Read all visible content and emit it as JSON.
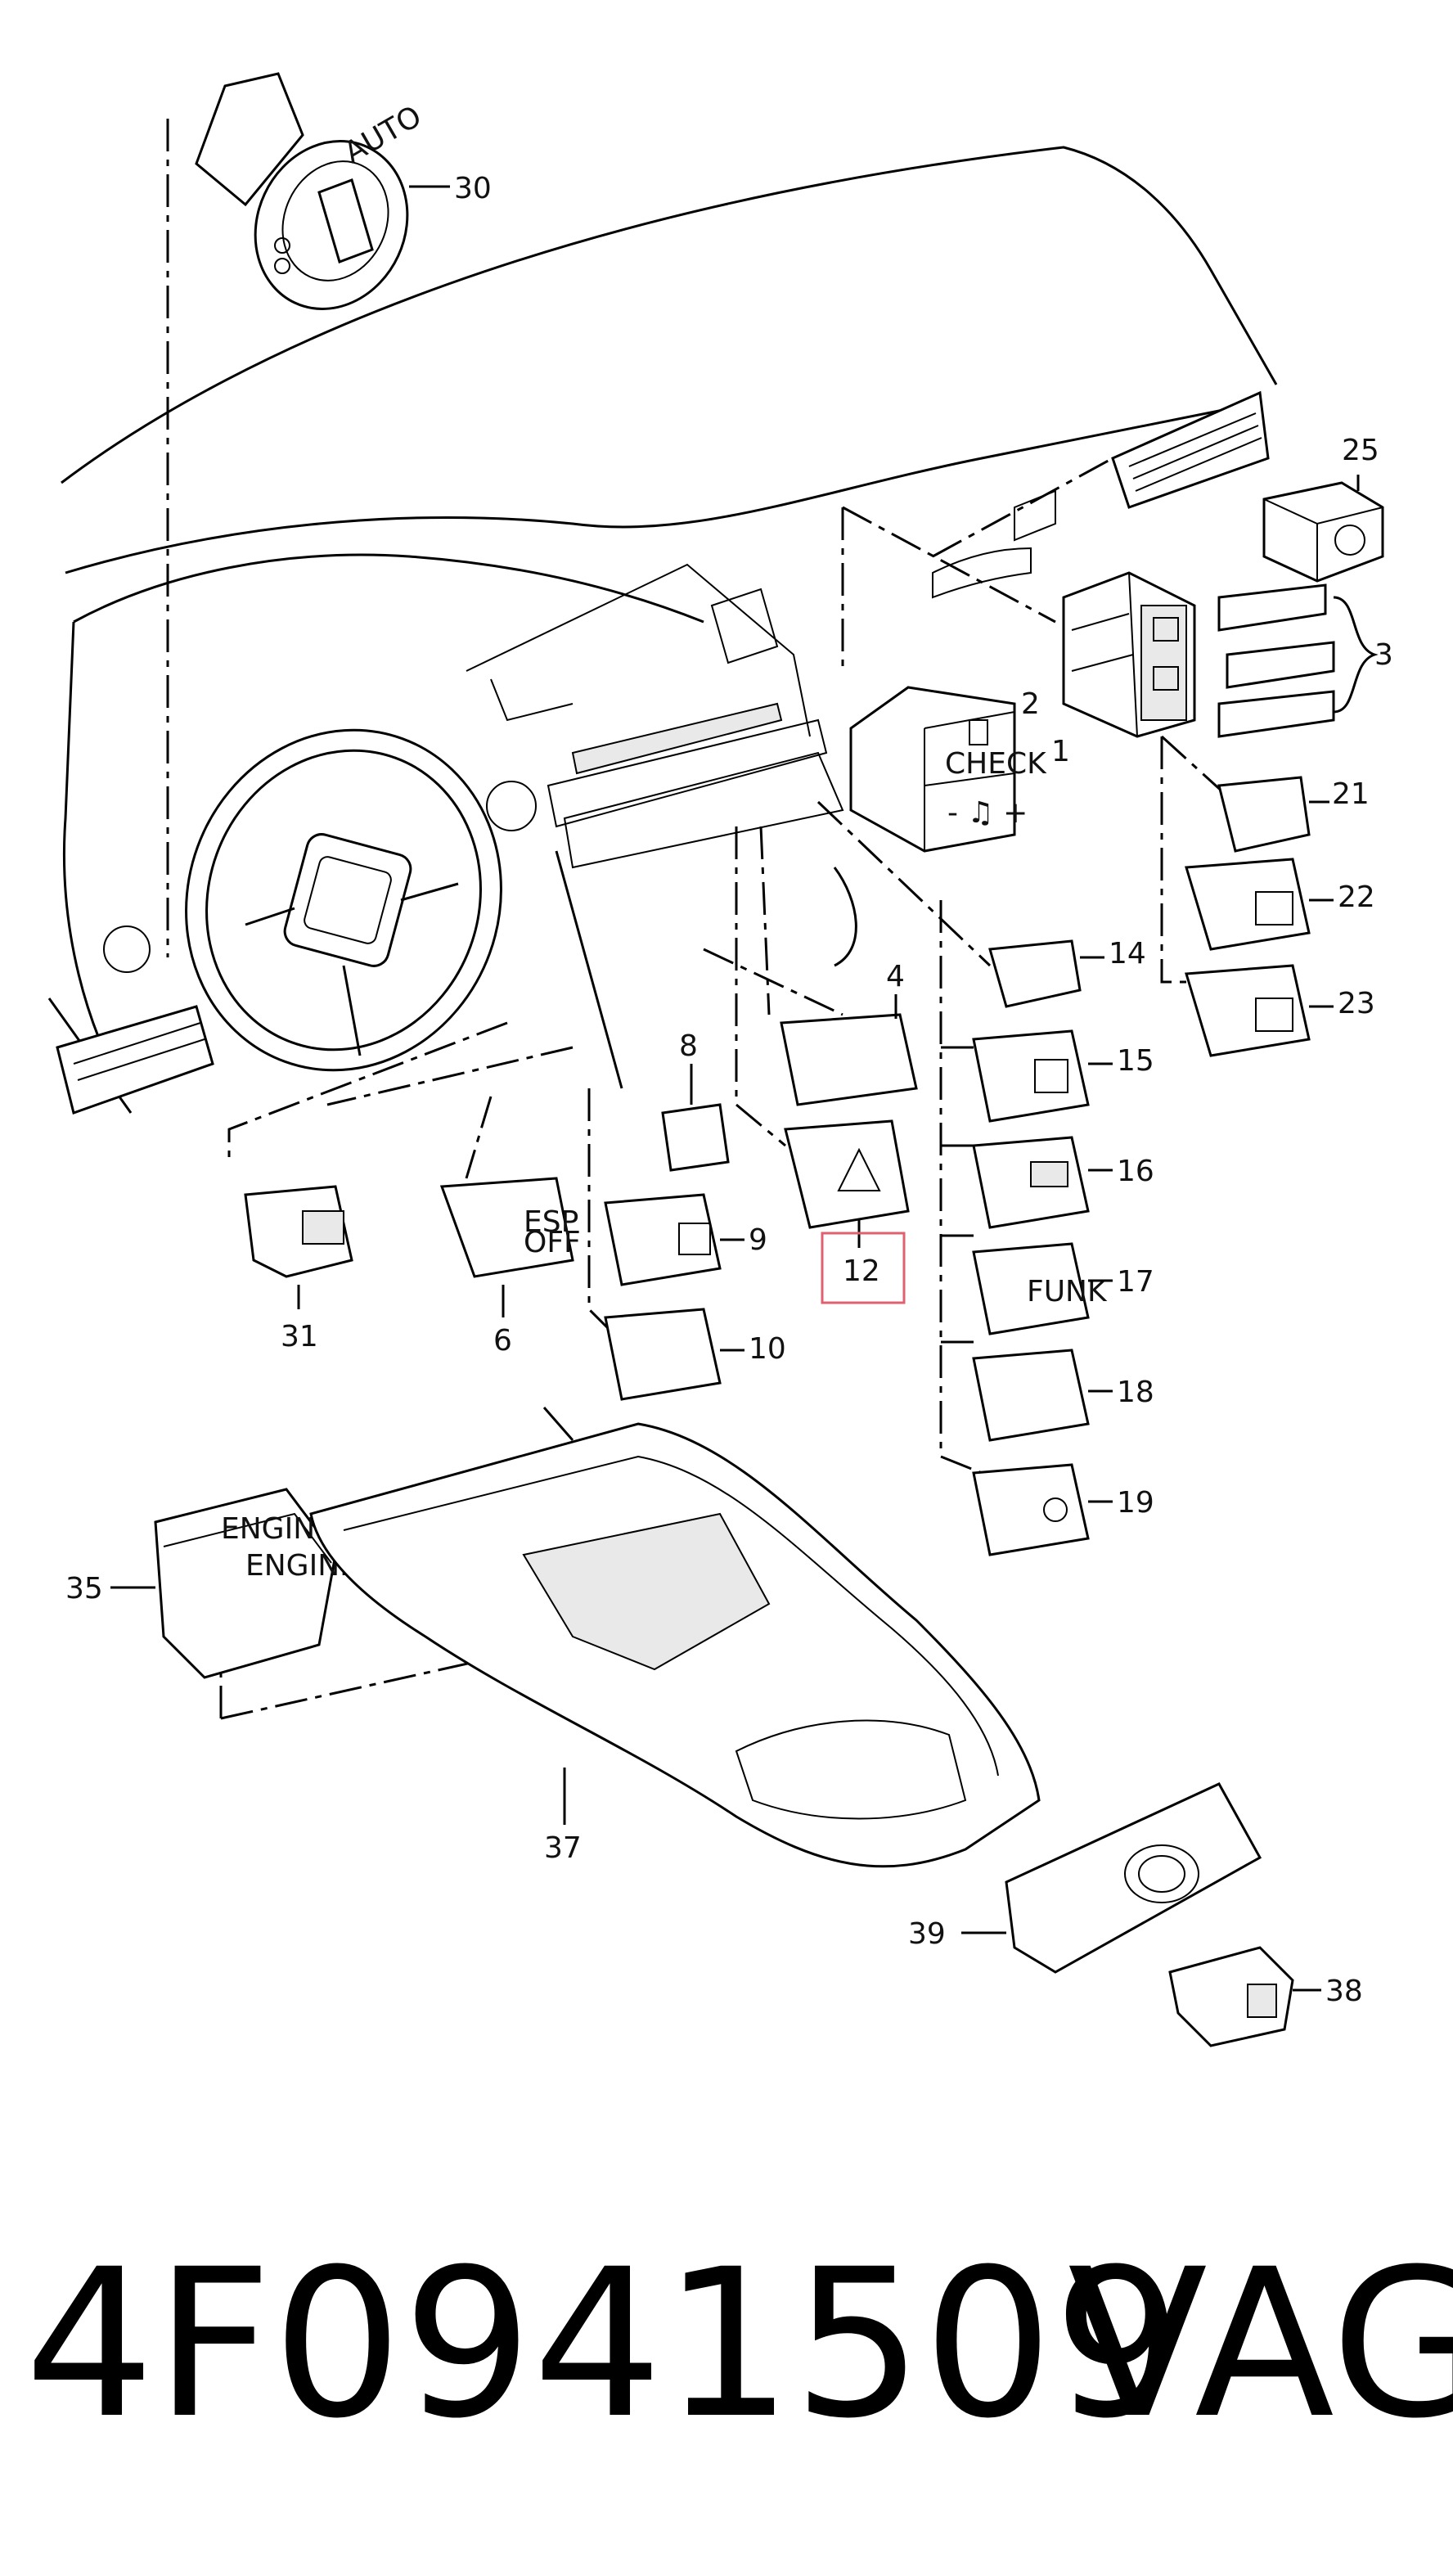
{
  "callouts": [
    {
      "id": "30",
      "label": "30"
    },
    {
      "id": "25",
      "label": "25"
    },
    {
      "id": "3",
      "label": "3"
    },
    {
      "id": "2",
      "label": "2"
    },
    {
      "id": "1",
      "label": "1"
    },
    {
      "id": "21",
      "label": "21"
    },
    {
      "id": "22",
      "label": "22"
    },
    {
      "id": "23",
      "label": "23"
    },
    {
      "id": "14",
      "label": "14"
    },
    {
      "id": "15",
      "label": "15"
    },
    {
      "id": "16",
      "label": "16"
    },
    {
      "id": "17",
      "label": "17"
    },
    {
      "id": "18",
      "label": "18"
    },
    {
      "id": "19",
      "label": "19"
    },
    {
      "id": "4",
      "label": "4"
    },
    {
      "id": "8",
      "label": "8"
    },
    {
      "id": "9",
      "label": "9"
    },
    {
      "id": "10",
      "label": "10"
    },
    {
      "id": "12",
      "label": "12",
      "highlighted": true
    },
    {
      "id": "31",
      "label": "31"
    },
    {
      "id": "6",
      "label": "6"
    },
    {
      "id": "35",
      "label": "35"
    },
    {
      "id": "37",
      "label": "37"
    },
    {
      "id": "39",
      "label": "39"
    },
    {
      "id": "38",
      "label": "38"
    }
  ],
  "switch_text": {
    "check": "CHECK",
    "esp": "ESP",
    "off": "OFF",
    "funk": "FUNK",
    "engine_stop": "ENGINE STOP",
    "engine_start": "ENGINE START",
    "auto": "AUTO"
  },
  "highlight_color": "#e06070",
  "part_number": "4F0941509",
  "brand": "VAG"
}
